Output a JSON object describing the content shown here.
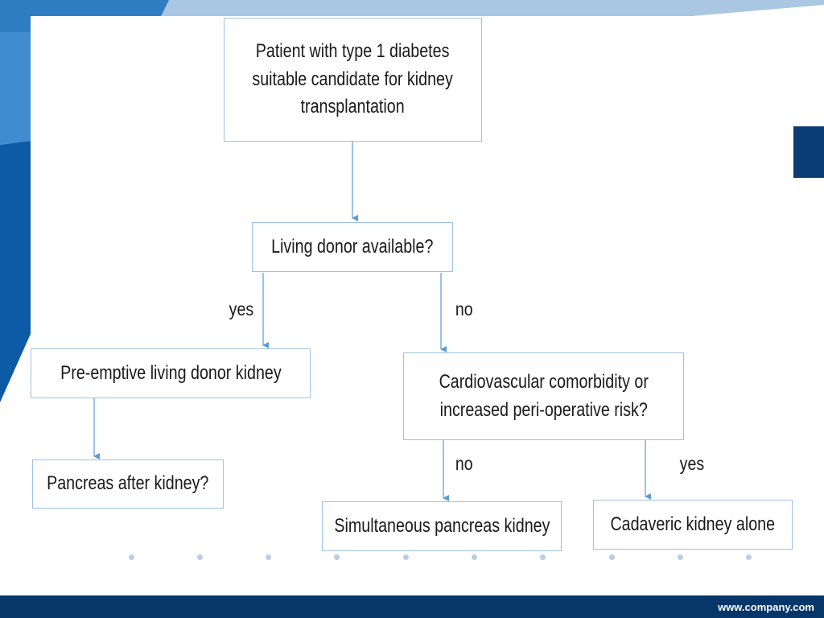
{
  "flowchart": {
    "nodes": {
      "start": "Patient with type 1 diabetes\nsuitable candidate for kidney\ntransplantation",
      "living_donor": "Living donor available?",
      "preemptive": "Pre-emptive living donor kidney",
      "cardio": "Cardiovascular comorbidity or\nincreased peri-operative risk?",
      "pancreas_after": "Pancreas after kidney?",
      "simultaneous": "Simultaneous pancreas kidney",
      "cadaveric": "Cadaveric kidney alone"
    },
    "edge_labels": {
      "living_yes": "yes",
      "living_no": "no",
      "cardio_no": "no",
      "cardio_yes": "yes"
    }
  },
  "footer": {
    "url": "www.company.com"
  },
  "colors": {
    "box_border": "#9cc2e5",
    "arrow": "#5b9bd5",
    "brand_dark": "#07366b",
    "brand_mid": "#1f6fb5",
    "brand_light": "#a9c7e2"
  }
}
